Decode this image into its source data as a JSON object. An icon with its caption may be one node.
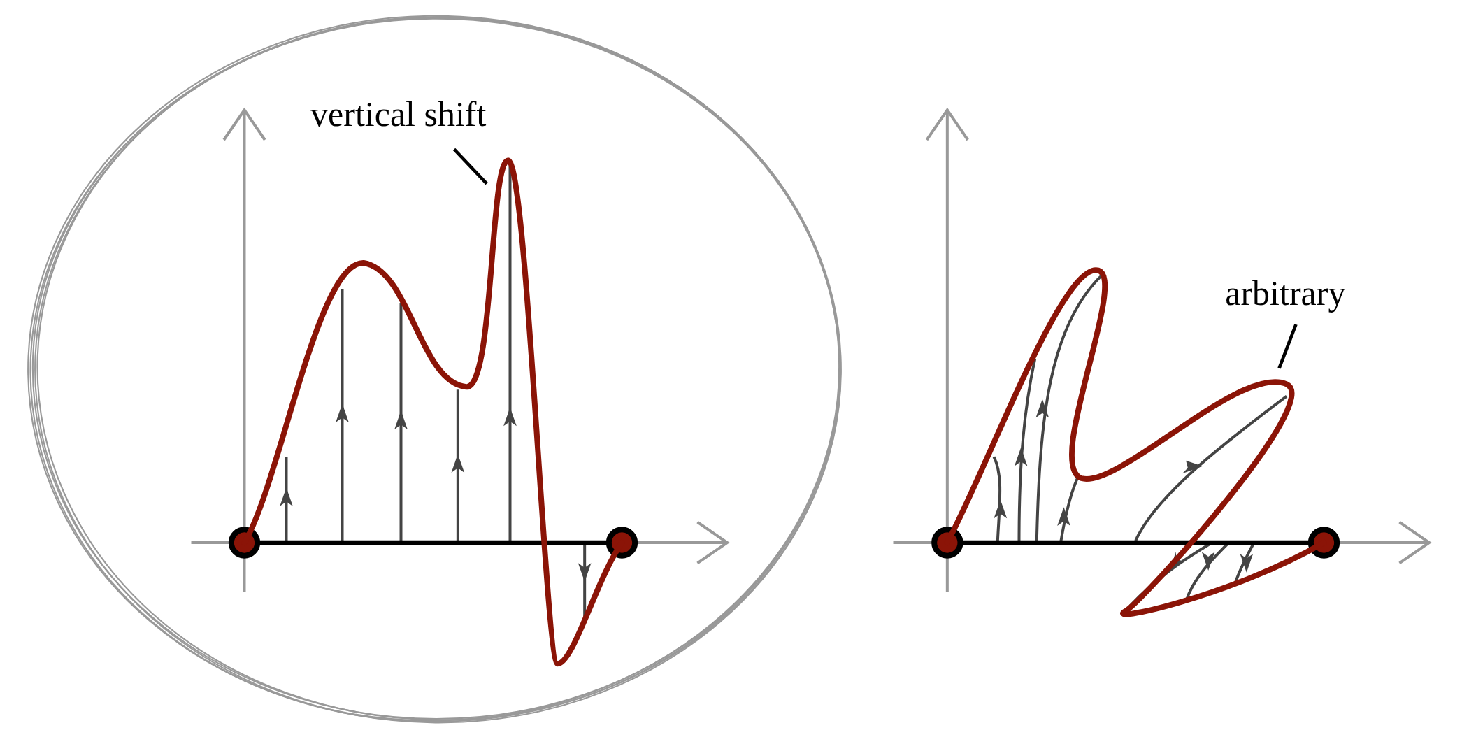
{
  "diagram": {
    "nodes": [
      {
        "text": [
          "vertical shift"
        ]
      },
      {
        "text": [],
        "shape": "curve"
      },
      {
        "text": [
          "arbitrary"
        ]
      },
      {
        "text": [],
        "shape": "curve"
      }
    ],
    "edges": [
      {
        "from": 0,
        "to": 1,
        "arrow": "none"
      },
      {
        "from": 2,
        "to": 3,
        "arrow": "none"
      }
    ]
  }
}
